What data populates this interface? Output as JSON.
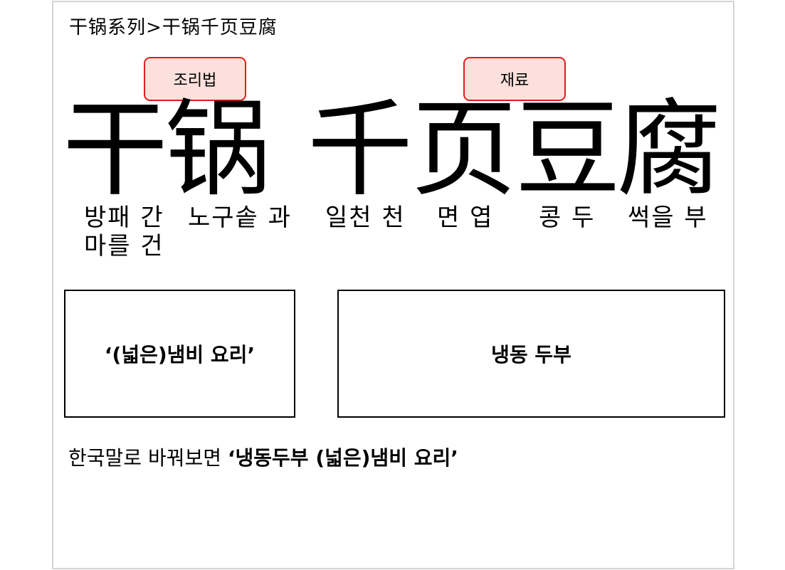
{
  "breadcrumb": "干锅系列>干锅千页豆腐",
  "tags": {
    "recipe": "조리법",
    "ingredients": "재료"
  },
  "characters": [
    {
      "char": "干",
      "gloss": "방패 간",
      "gloss2": "마를 건"
    },
    {
      "char": "锅",
      "gloss": "노구솥 과"
    },
    {
      "char": "千",
      "gloss": "일천 천"
    },
    {
      "char": "页",
      "gloss": "면 엽"
    },
    {
      "char": "豆",
      "gloss": "콩 두"
    },
    {
      "char": "腐",
      "gloss": "썩을 부"
    }
  ],
  "boxes": {
    "left": "‘(넓은)냄비 요리’",
    "right": "냉동 두부"
  },
  "note": {
    "prefix": "한국말로 바꿔보면 ",
    "bold": "‘냉동두부 (넓은)냄비 요리’"
  }
}
